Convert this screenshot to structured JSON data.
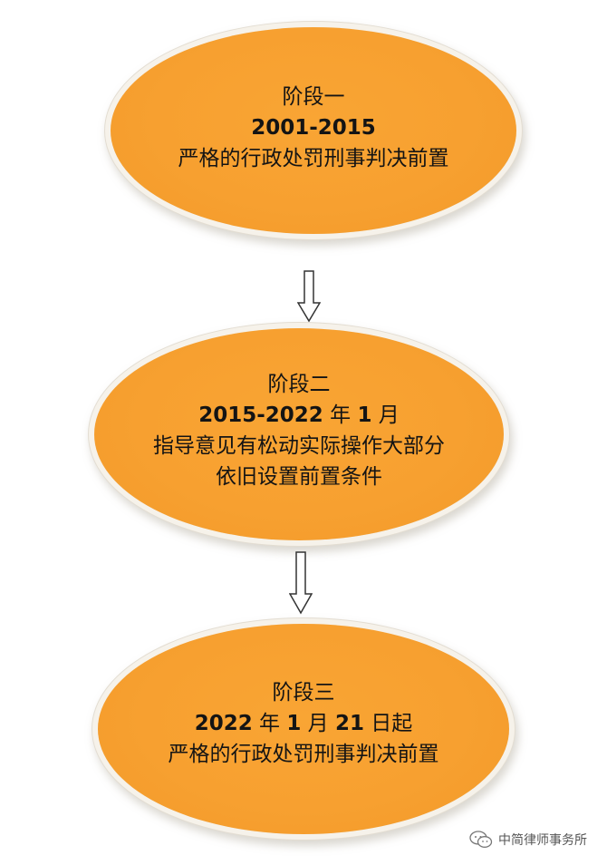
{
  "stages": [
    {
      "title": "阶段一",
      "period": "2001-2015",
      "desc_lines": [
        "严格的行政处罚刑事判决前置"
      ]
    },
    {
      "title": "阶段二",
      "period_parts": {
        "y": "2015-2022",
        "u1": "年",
        "m": "1",
        "u2": "月"
      },
      "desc_lines": [
        "指导意见有松动实际操作大部分",
        "依旧设置前置条件"
      ]
    },
    {
      "title": "阶段三",
      "period_parts": {
        "y": "2022",
        "u1": "年",
        "m": "1",
        "u2": "月",
        "d": "21",
        "u3": "日起"
      },
      "desc_lines": [
        "严格的行政处罚刑事判决前置"
      ]
    }
  ],
  "watermark": {
    "icon": "wechat-icon",
    "text": "中简律师事务所"
  },
  "colors": {
    "ellipse_fill": "#f7a030",
    "arrow_stroke": "#333333"
  }
}
